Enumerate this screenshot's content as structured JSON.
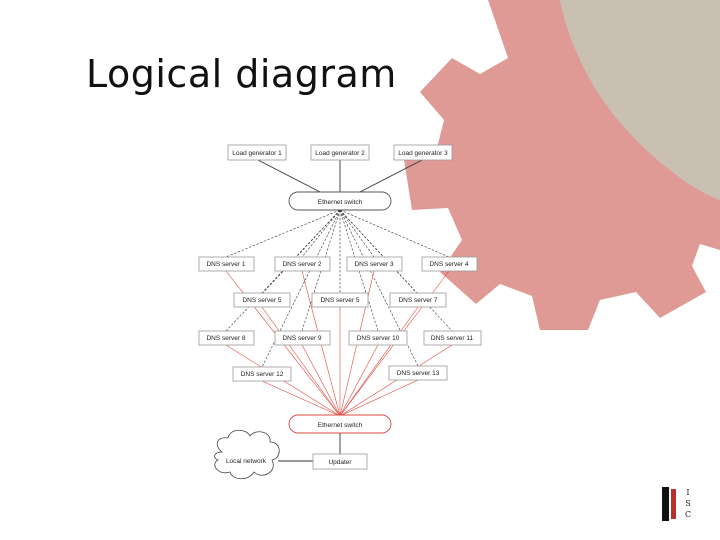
{
  "slide": {
    "title": "Logical diagram"
  },
  "diagram": {
    "load_generators": [
      "Load generator 1",
      "Load generator 2",
      "Load generator 3"
    ],
    "top_switch": "Ethernet switch",
    "bottom_switch": "Ethernet switch",
    "dns_servers": {
      "row1": [
        "DNS server 1",
        "DNS server 2",
        "DNS server 3",
        "DNS server 4"
      ],
      "row2": [
        "DNS server 5",
        "DNS server 5",
        "DNS server 7"
      ],
      "row3": [
        "DNS server 8",
        "DNS server 9",
        "DNS server 10",
        "DNS server 11"
      ],
      "row4": [
        "DNS server 12",
        "DNS server 13"
      ]
    },
    "cloud": "Local network",
    "updater": "Updater"
  },
  "logo": {
    "letters": [
      "I",
      "S",
      "C"
    ],
    "accent": "#b7312a"
  },
  "colors": {
    "gear": "#e09a96",
    "gear_center": "#c9c0b2",
    "red_links": "#e0493f"
  }
}
